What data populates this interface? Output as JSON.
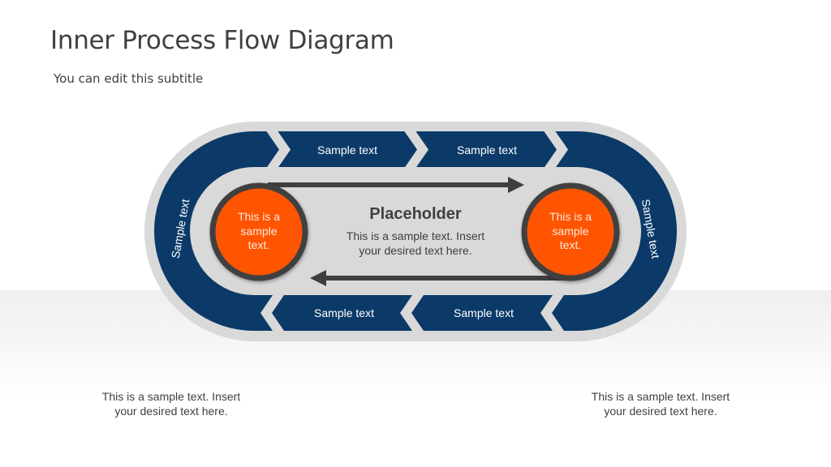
{
  "slide": {
    "title": "Inner Process Flow Diagram",
    "subtitle": "You can edit this subtitle"
  },
  "colors": {
    "navy": "#0b3a68",
    "ring_gray": "#d9d9d9",
    "orange": "#ff5400",
    "arrow_dark": "#3f3f3f",
    "text_dark": "#404040"
  },
  "flow": {
    "top_steps": [
      "Sample text",
      "Sample text"
    ],
    "bottom_steps": [
      "Sample text",
      "Sample text"
    ],
    "left_arc_label": "Sample text",
    "right_arc_label": "Sample text"
  },
  "circles": {
    "left": [
      "This is a",
      "sample",
      "text."
    ],
    "right": [
      "This is a",
      "sample",
      "text."
    ]
  },
  "center": {
    "heading": "Placeholder",
    "body": [
      "This is a sample text. Insert",
      "your desired text here."
    ]
  },
  "captions": {
    "left": [
      "This is a sample text. Insert",
      "your desired text here."
    ],
    "right": [
      "This is a sample text. Insert",
      "your desired text here."
    ]
  }
}
